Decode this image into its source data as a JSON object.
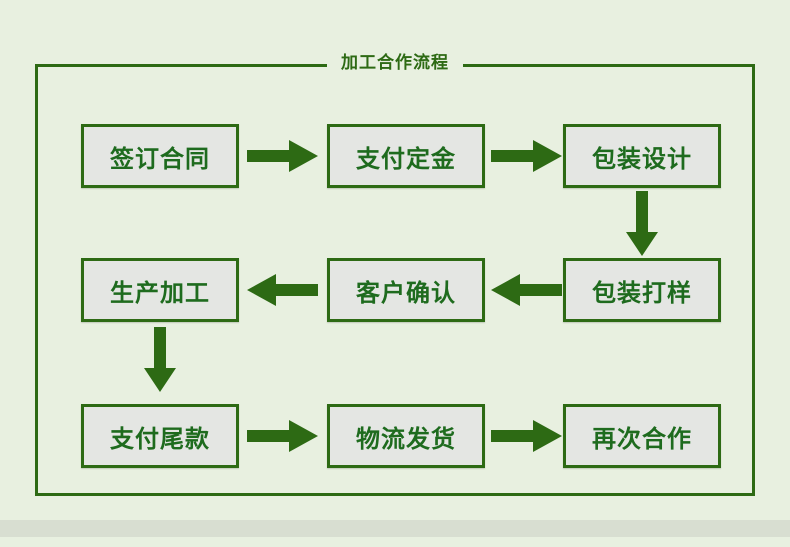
{
  "page": {
    "background_color": "#e8f0e0",
    "band_color": "#d8ded1"
  },
  "diagram": {
    "title": "加工合作流程",
    "frame_color": "#2d6a14",
    "node_fill": "#e4e6e3",
    "node_border": "#2d6a14",
    "node_text_color": "#1e6b1e",
    "arrow_color": "#2d6a14",
    "nodes": [
      {
        "id": "n1",
        "label": "签订合同",
        "row": 1,
        "col": 1
      },
      {
        "id": "n2",
        "label": "支付定金",
        "row": 1,
        "col": 2
      },
      {
        "id": "n3",
        "label": "包装设计",
        "row": 1,
        "col": 3
      },
      {
        "id": "n4",
        "label": "生产加工",
        "row": 2,
        "col": 1
      },
      {
        "id": "n5",
        "label": "客户确认",
        "row": 2,
        "col": 2
      },
      {
        "id": "n6",
        "label": "包装打样",
        "row": 2,
        "col": 3
      },
      {
        "id": "n7",
        "label": "支付尾款",
        "row": 3,
        "col": 1
      },
      {
        "id": "n8",
        "label": "物流发货",
        "row": 3,
        "col": 2
      },
      {
        "id": "n9",
        "label": "再次合作",
        "row": 3,
        "col": 3
      }
    ],
    "edges": [
      {
        "from": "n1",
        "to": "n2",
        "direction": "right"
      },
      {
        "from": "n2",
        "to": "n3",
        "direction": "right"
      },
      {
        "from": "n3",
        "to": "n6",
        "direction": "down"
      },
      {
        "from": "n6",
        "to": "n5",
        "direction": "left"
      },
      {
        "from": "n5",
        "to": "n4",
        "direction": "left"
      },
      {
        "from": "n4",
        "to": "n7",
        "direction": "down"
      },
      {
        "from": "n7",
        "to": "n8",
        "direction": "right"
      },
      {
        "from": "n8",
        "to": "n9",
        "direction": "right"
      }
    ]
  }
}
